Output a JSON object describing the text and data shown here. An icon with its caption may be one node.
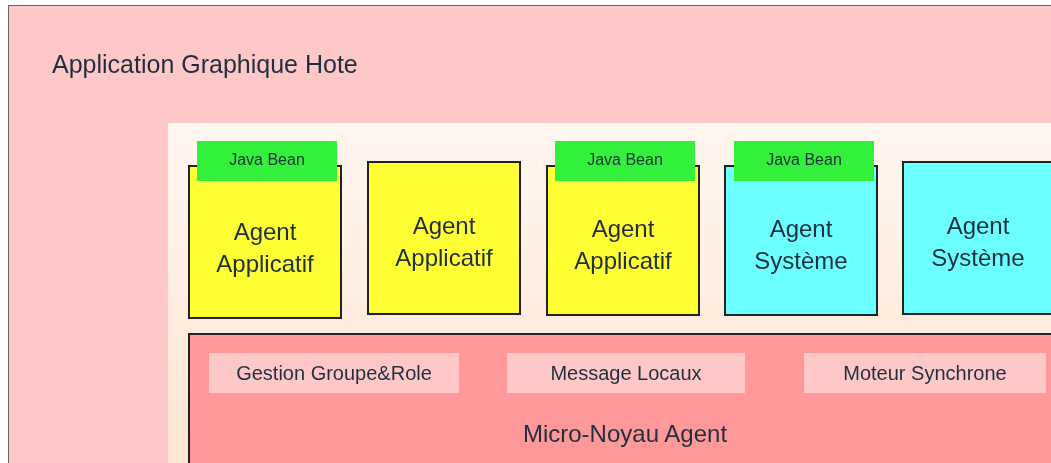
{
  "diagram": {
    "nodes": [
      {
        "text": [
          "Application Graphique Hote"
        ]
      },
      {
        "text": [],
        "shape": "box",
        "in": 0
      },
      {
        "text": [
          "Java Bean"
        ],
        "in": 1
      },
      {
        "text": [
          "Agent Applicatif"
        ],
        "in": 1
      },
      {
        "text": [
          "Agent Applicatif"
        ],
        "in": 1
      },
      {
        "text": [
          "Java Bean"
        ],
        "in": 1
      },
      {
        "text": [
          "Agent Applicatif"
        ],
        "in": 1
      },
      {
        "text": [
          "Java Bean"
        ],
        "in": 1
      },
      {
        "text": [
          "Agent Système"
        ],
        "in": 1
      },
      {
        "text": [
          "Agent Système"
        ],
        "in": 1
      },
      {
        "text": [
          "Micro-Noyau Agent"
        ],
        "in": 1
      },
      {
        "text": [
          "Gestion Groupe&Role"
        ],
        "in": 10
      },
      {
        "text": [
          "Message Locaux"
        ],
        "in": 10
      },
      {
        "text": [
          "Moteur Synchrone"
        ],
        "in": 10
      }
    ]
  }
}
